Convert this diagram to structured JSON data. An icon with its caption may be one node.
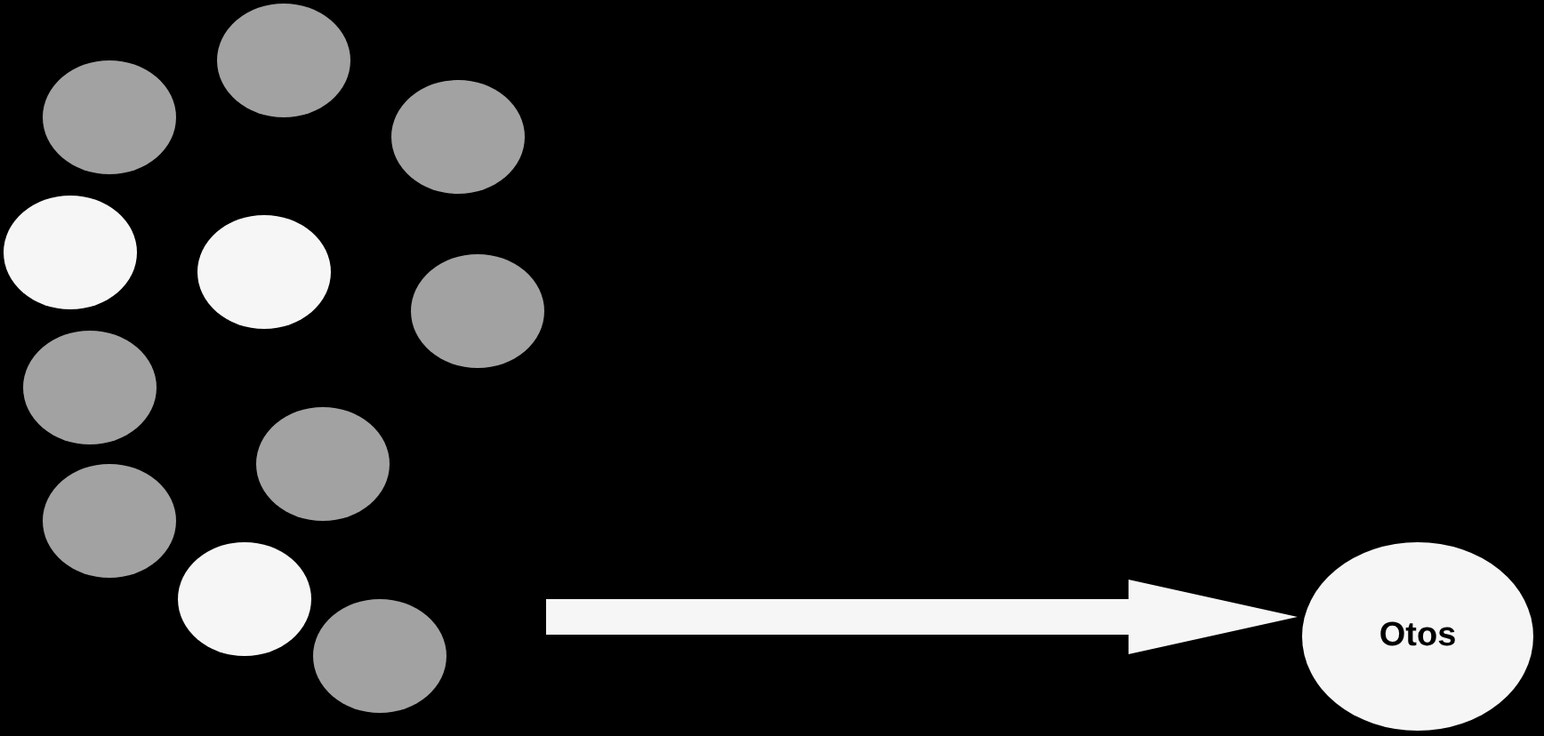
{
  "diagram": {
    "nodes": [
      {
        "text": [],
        "shape": "circle"
      },
      {
        "text": [],
        "shape": "circle"
      },
      {
        "text": [],
        "shape": "circle"
      },
      {
        "text": [],
        "shape": "circle"
      },
      {
        "text": [],
        "shape": "circle"
      },
      {
        "text": [],
        "shape": "circle"
      },
      {
        "text": [],
        "shape": "circle"
      },
      {
        "text": [],
        "shape": "circle"
      },
      {
        "text": [],
        "shape": "circle"
      },
      {
        "text": [],
        "shape": "circle"
      },
      {
        "text": [],
        "shape": "circle"
      },
      {
        "text": [
          "Otos"
        ]
      }
    ],
    "edges": [
      {
        "from": null,
        "to": 11,
        "arrow": "to"
      }
    ]
  }
}
